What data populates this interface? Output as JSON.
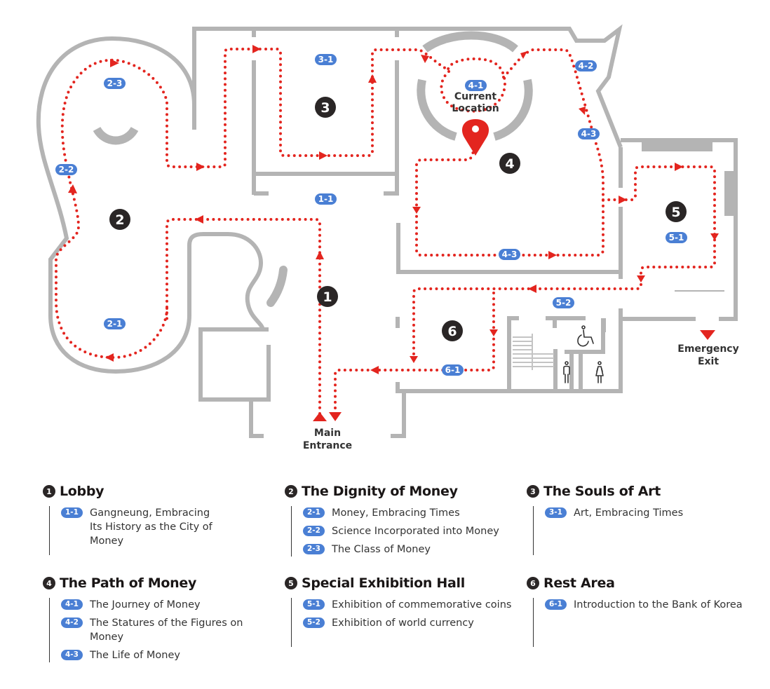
{
  "map": {
    "zones": [
      {
        "num": "1",
        "name": "Lobby"
      },
      {
        "num": "2",
        "name": "The Dignity of Money"
      },
      {
        "num": "3",
        "name": "The Souls of Art"
      },
      {
        "num": "4",
        "name": "The Path of Money"
      },
      {
        "num": "5",
        "name": "Special Exhibition Hall"
      },
      {
        "num": "6",
        "name": "Rest Area"
      }
    ],
    "tags": {
      "t1_1": "1-1",
      "t2_1": "2-1",
      "t2_2": "2-2",
      "t2_3": "2-3",
      "t3_1": "3-1",
      "t4_1": "4-1",
      "t4_2": "4-2",
      "t4_3a": "4-3",
      "t4_3b": "4-3",
      "t5_1": "5-1",
      "t5_2": "5-2",
      "t6_1": "6-1"
    },
    "labels": {
      "current_location_line1": "Current",
      "current_location_line2": "Location",
      "main_entrance_line1": "Main",
      "main_entrance_line2": "Entrance",
      "emergency_exit_line1": "Emergency",
      "emergency_exit_line2": "Exit"
    },
    "icons": {
      "current_location": "map-pin-icon",
      "wheelchair": "wheelchair-icon",
      "male_restroom": "male-restroom-icon",
      "female_restroom": "female-restroom-icon",
      "stairs": "stairs-icon"
    },
    "colors": {
      "route": "#e3251f",
      "tag": "#4a7fd4",
      "walls": "#b4b4b4",
      "zone_badge": "#2a2626"
    }
  },
  "legend": {
    "sections": [
      {
        "num": "1",
        "title": "Lobby",
        "items": [
          {
            "code": "1-1",
            "text": "Gangneung, Embracing Its History as the City of Money"
          }
        ]
      },
      {
        "num": "2",
        "title": "The Dignity of Money",
        "items": [
          {
            "code": "2-1",
            "text": "Money, Embracing Times"
          },
          {
            "code": "2-2",
            "text": "Science Incorporated into Money"
          },
          {
            "code": "2-3",
            "text": "The Class of Money"
          }
        ]
      },
      {
        "num": "3",
        "title": "The Souls of Art",
        "items": [
          {
            "code": "3-1",
            "text": "Art, Embracing Times"
          }
        ]
      },
      {
        "num": "4",
        "title": "The Path of Money",
        "items": [
          {
            "code": "4-1",
            "text": "The Journey of Money"
          },
          {
            "code": "4-2",
            "text": "The Statures of the Figures on Money"
          },
          {
            "code": "4-3",
            "text": "The Life of Money"
          }
        ]
      },
      {
        "num": "5",
        "title": "Special Exhibition Hall",
        "items": [
          {
            "code": "5-1",
            "text": "Exhibition of commemorative coins"
          },
          {
            "code": "5-2",
            "text": "Exhibition of world currency"
          }
        ]
      },
      {
        "num": "6",
        "title": "Rest Area",
        "items": [
          {
            "code": "6-1",
            "text": "Introduction to the Bank of Korea"
          }
        ]
      }
    ]
  }
}
